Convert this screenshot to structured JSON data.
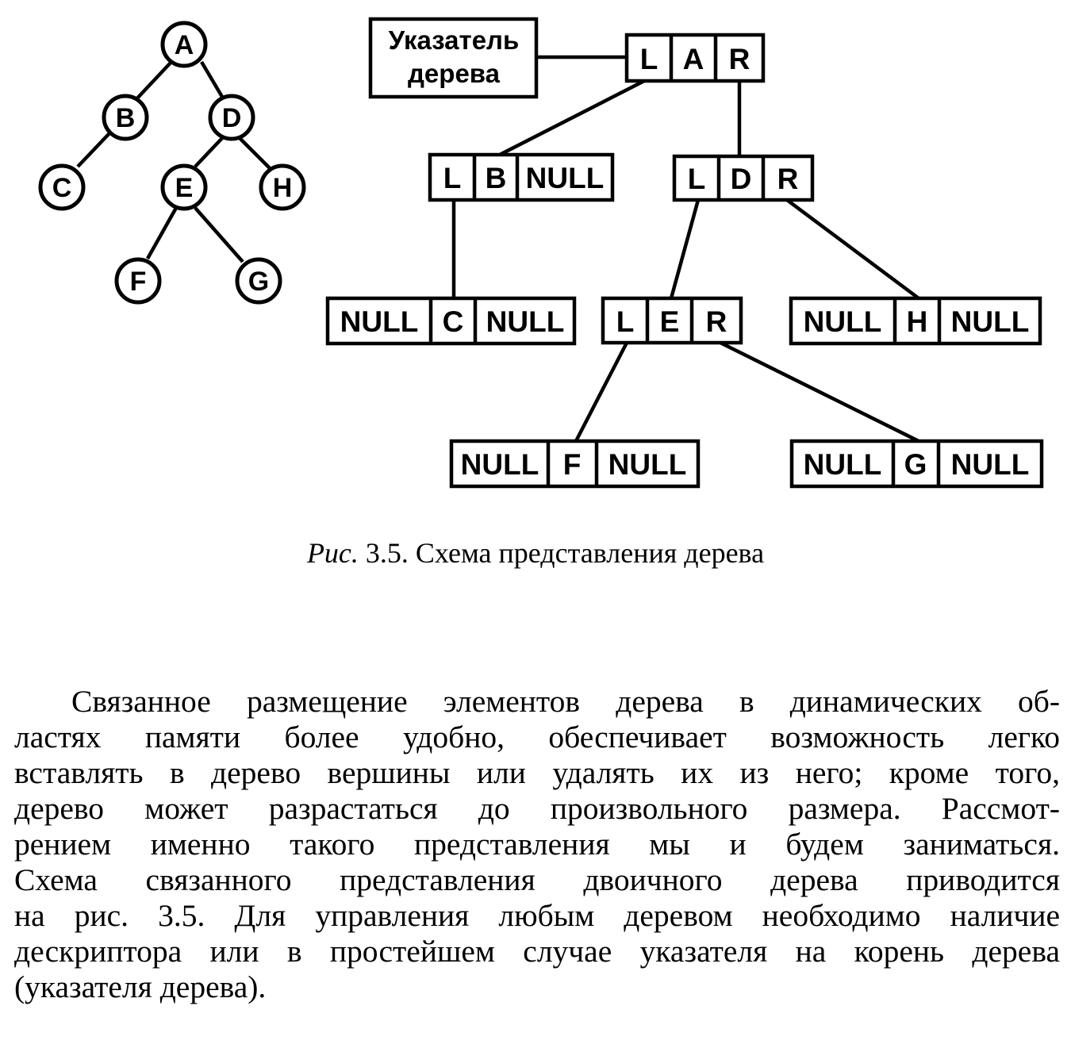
{
  "tree": {
    "nodes": [
      "A",
      "B",
      "D",
      "C",
      "E",
      "H",
      "F",
      "G"
    ]
  },
  "pointer_box": {
    "line1": "Указатель",
    "line2": "дерева"
  },
  "linked": {
    "root": [
      "L",
      "A",
      "R"
    ],
    "node_b": [
      "L",
      "B",
      "NULL"
    ],
    "node_d": [
      "L",
      "D",
      "R"
    ],
    "node_c": [
      "NULL",
      "C",
      "NULL"
    ],
    "node_e": [
      "L",
      "E",
      "R"
    ],
    "node_h": [
      "NULL",
      "H",
      "NULL"
    ],
    "node_f": [
      "NULL",
      "F",
      "NULL"
    ],
    "node_g": [
      "NULL",
      "G",
      "NULL"
    ]
  },
  "caption": {
    "lead": "Рис.",
    "text": " 3.5. Схема представления дерева"
  },
  "paragraph": {
    "lines": [
      "Связанное размещение элементов дерева в динамических об-",
      "ластях памяти более удобно, обеспечивает возможность легко",
      "вставлять в дерево вершины или удалять их из него; кроме того,",
      "дерево может разрастаться до произвольного размера. Рассмот-",
      "рением именно такого представления мы и будем заниматься.",
      "Схема связанного представления двоичного дерева приводится",
      "на рис. 3.5. Для управления любым деревом необходимо наличие",
      "дескриптора или в простейшем случае указателя на корень дерева",
      "(указателя дерева)."
    ]
  }
}
